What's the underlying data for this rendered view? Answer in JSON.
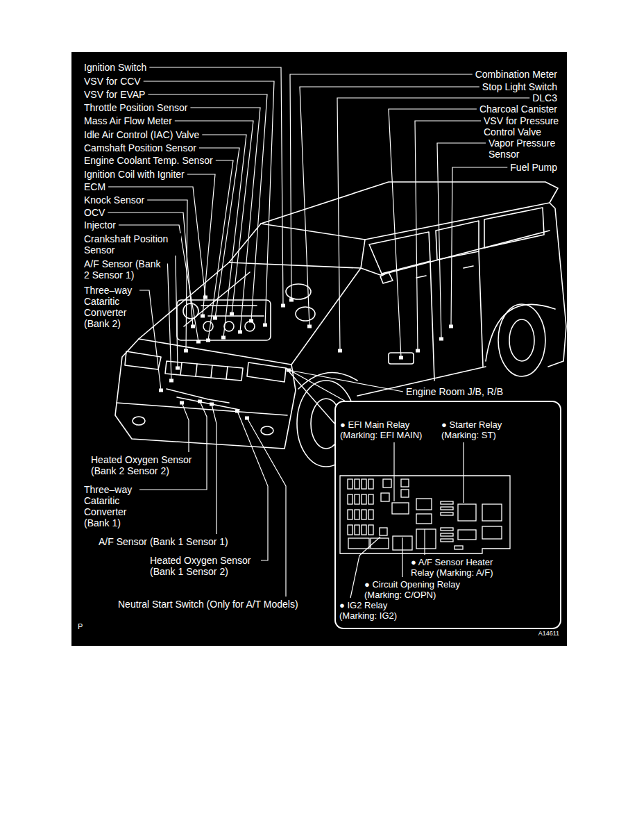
{
  "diagram": {
    "labels": [
      "Ignition Switch",
      "VSV for CCV",
      "VSV for EVAP",
      "Throttle Position Sensor",
      "Mass Air Flow Meter",
      "Idle Air Control (IAC) Valve",
      "Camshaft Position Sensor",
      "Engine Coolant Temp. Sensor",
      "Ignition Coil with Igniter",
      "ECM",
      "Knock Sensor",
      "OCV",
      "Injector",
      "Crankshaft Position Sensor",
      "A/F Sensor (Bank 2 Sensor 1)",
      "Three–way Cataritic Converter (Bank 2)",
      "Combination Meter",
      "Stop Light Switch",
      "DLC3",
      "Charcoal Canister",
      "VSV for Pressure Control Valve",
      "Vapor Pressure Sensor",
      "Fuel Pump",
      "Engine Room J/B, R/B",
      "● EFI Main Relay (Marking: EFI MAIN)",
      "● Starter Relay (Marking: ST)",
      "Heated Oxygen Sensor (Bank 2 Sensor 2)",
      "Three–way Cataritic Converter (Bank 1)",
      "A/F Sensor (Bank 1 Sensor 1)",
      "Heated Oxygen Sensor (Bank 1 Sensor 2)",
      "● A/F Sensor Heater Relay (Marking: A/F)",
      "● Circuit Opening Relay (Marking: C/OPN)",
      "Neutral Start Switch (Only for A/T Models)",
      "● IG2 Relay (Marking: IG2)",
      "P",
      "A14611"
    ]
  }
}
